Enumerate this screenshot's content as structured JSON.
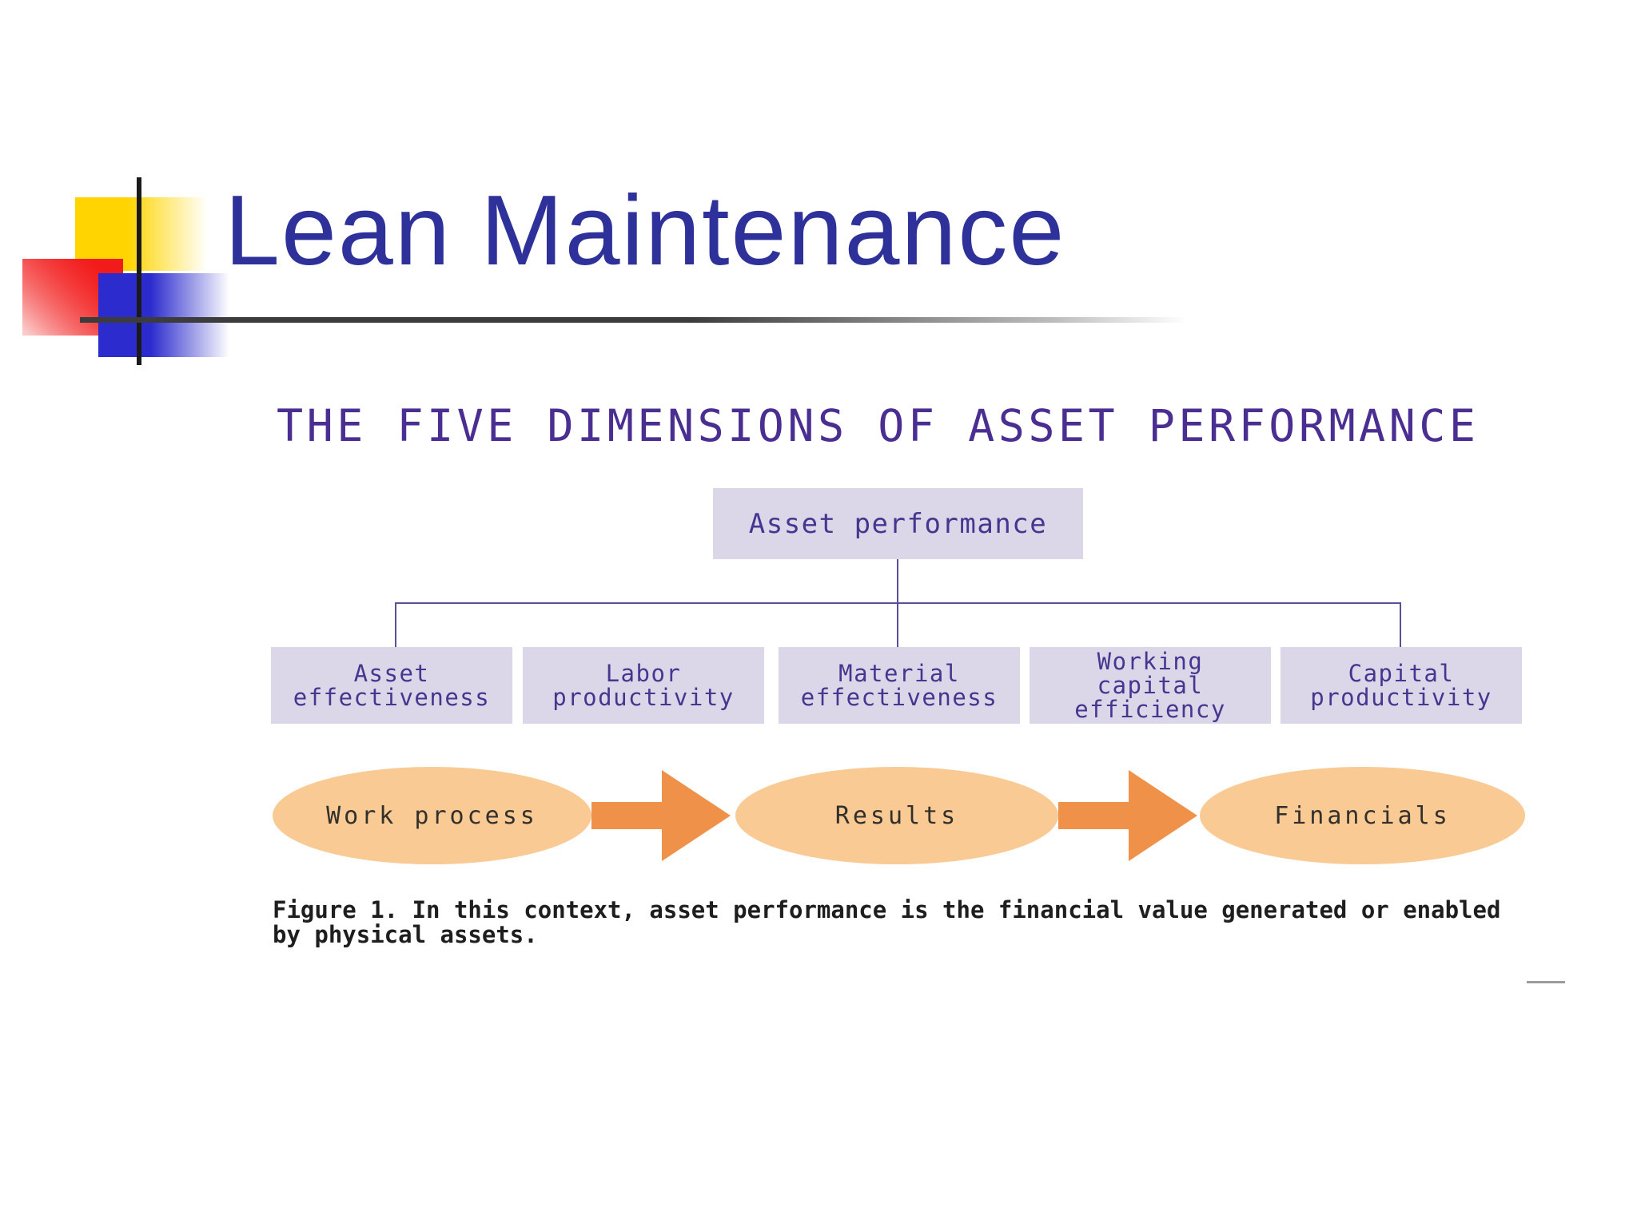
{
  "slide": {
    "title": "Lean Maintenance"
  },
  "figure": {
    "heading": "THE FIVE DIMENSIONS OF ASSET PERFORMANCE",
    "root_box": "Asset performance",
    "dimension_boxes": [
      {
        "label": "Asset\neffectiveness"
      },
      {
        "label": "Labor\nproductivity"
      },
      {
        "label": "Material\neffectiveness"
      },
      {
        "label": "Working\ncapital\nefficiency"
      },
      {
        "label": "Capital\nproductivity"
      }
    ],
    "flow": [
      {
        "label": "Work process"
      },
      {
        "label": "Results"
      },
      {
        "label": "Financials"
      }
    ],
    "caption": "Figure 1. In this context, asset performance is the financial value generated or enabled\nby physical assets."
  },
  "colors": {
    "title_text": "#2f319b",
    "heading_text": "#4b2e91",
    "box_fill": "#dbd7e9",
    "box_text": "#46368f",
    "connector": "#5c4e9b",
    "oval_fill": "#f9ca93",
    "oval_text": "#33302c",
    "arrow_fill": "#f09149",
    "caption_text": "#1e1e1e",
    "deco_yellow": "#ffd400",
    "deco_red": "#f21b1b",
    "deco_blue": "#2c2cce"
  }
}
